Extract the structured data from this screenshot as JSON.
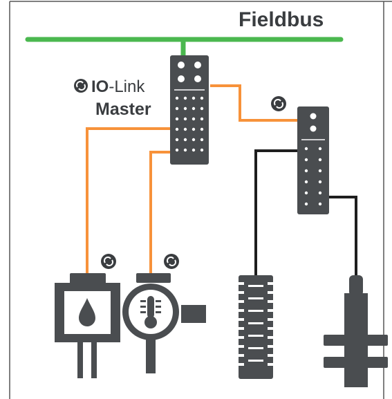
{
  "labels": {
    "fieldbus": "Fieldbus",
    "io_prefix": "IO",
    "link_suffix": "-Link",
    "master": "Master"
  },
  "icons": {
    "io_link_symbol": "io-link-icon",
    "level_sensor": "water-drop-icon",
    "temperature_sensor": "thermometer-icon"
  },
  "colors": {
    "fieldbus_line": "#4bb84f",
    "io_link_cable": "#f7923a",
    "standard_cable": "#1e1e1e",
    "device_gray": "#4a4d50",
    "text_dark": "#3a3d40"
  }
}
